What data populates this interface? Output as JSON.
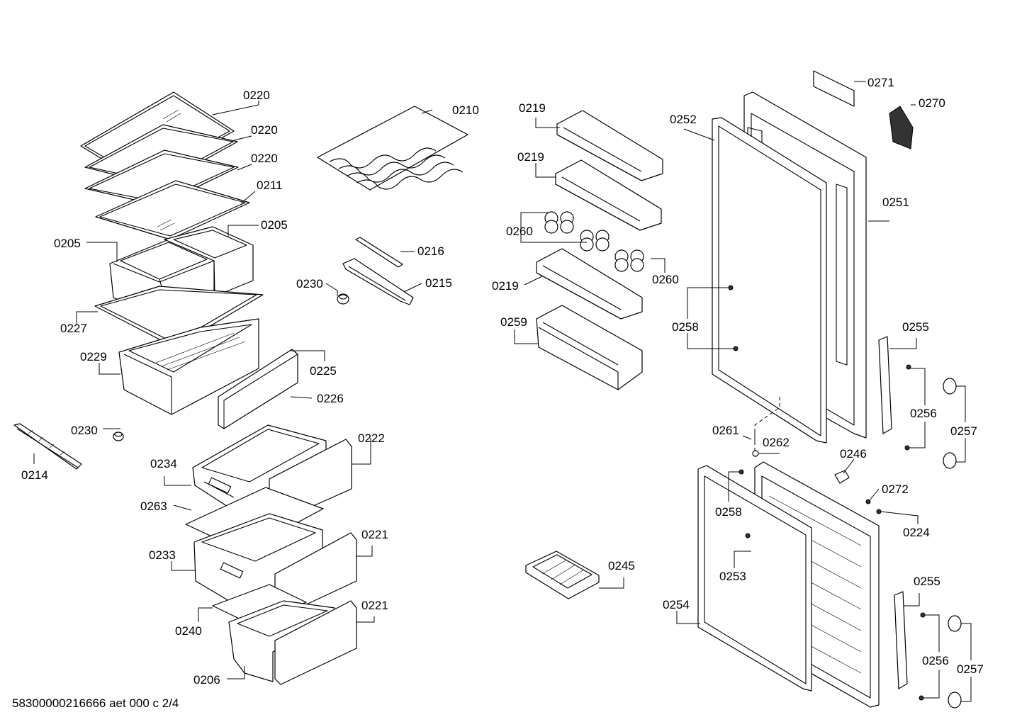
{
  "footer": {
    "document_code": "58300000216666 aet 000 c 2/4"
  },
  "labels": {
    "l0220a": "0220",
    "l0220b": "0220",
    "l0220c": "0220",
    "l0211": "0211",
    "l0205a": "0205",
    "l0205b": "0205",
    "l0227": "0227",
    "l0229": "0229",
    "l0225": "0225",
    "l0226": "0226",
    "l0230a": "0230",
    "l0214": "0214",
    "l0210": "0210",
    "l0216": "0216",
    "l0230b": "0230",
    "l0215": "0215",
    "l0222": "0222",
    "l0234": "0234",
    "l0263": "0263",
    "l0221a": "0221",
    "l0233": "0233",
    "l0240": "0240",
    "l0221b": "0221",
    "l0206": "0206",
    "l0219a": "0219",
    "l0219b": "0219",
    "l0260a": "0260",
    "l0260b": "0260",
    "l0219c": "0219",
    "l0259": "0259",
    "l0245": "0245",
    "l0252": "0252",
    "l0271": "0271",
    "l0270": "0270",
    "l0251": "0251",
    "l0258a": "0258",
    "l0255a": "0255",
    "l0256a": "0256",
    "l0257a": "0257",
    "l0261": "0261",
    "l0262": "0262",
    "l0246": "0246",
    "l0272": "0272",
    "l0258b": "0258",
    "l0224": "0224",
    "l0253": "0253",
    "l0254": "0254",
    "l0255b": "0255",
    "l0256b": "0256",
    "l0257b": "0257"
  }
}
